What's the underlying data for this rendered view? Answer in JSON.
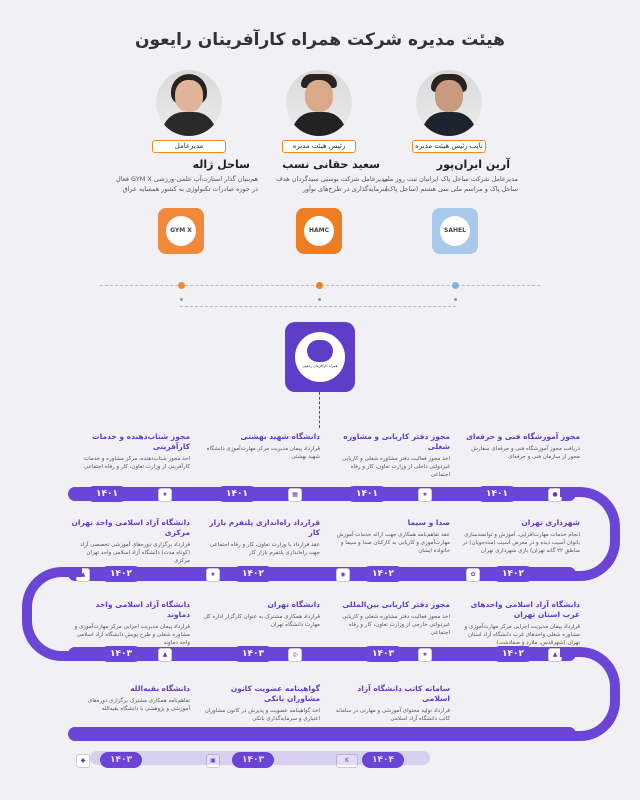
{
  "title": "هیئت مدیره شرکت همراه کارآفرینان رایعون",
  "people": [
    {
      "role": "مدیرعامل",
      "name": "ساحل ژاله",
      "desc": "هم‌بنیان گذار استارت‌آپ علمی-ورزشی GYM X فعال در حوزه صادرات تکنولوژی به کشور همسایه عراق",
      "tile_color": "#f08a3a",
      "tile_label": "GYM X"
    },
    {
      "role": "رئیس هیئت مدیره",
      "name": "سعید حقانی نسب",
      "desc": "مدیرعامل شرکت بوسیی سیدگردان هدف سرمایه‌گذاری در طرح‌های نوآور",
      "tile_color": "#ef7d22",
      "tile_label": "HAMC"
    },
    {
      "role": "نایب رئیس هیئت مدیره",
      "name": "آرین ایران‌پور",
      "desc": "مدیرعامل شرکت ساحل پاک ایرانیان ثبت روز ملی ساحل پاک و مراسم ملی سی هشتم (ساحل پاک)",
      "tile_color": "#a9c9ec",
      "tile_label": "SAHEL"
    }
  ],
  "center_label": "همراه کارآفرینان رایعون",
  "rows": [
    [
      {
        "year": "۱۴۰۱",
        "title": "مجوز شتاب‌دهنده و خدمات کارآفرینی",
        "desc": "اخذ مجوز شتاب‌دهنده، مرکز مشاوره و خدمات کارآفرینی از وزارت تعاون، کار و رفاه اجتماعی"
      },
      {
        "year": "۱۴۰۱",
        "title": "دانشگاه شهید بهشتی",
        "desc": "قرارداد پیمان مدیریت مرکز مهارت‌آموزی دانشگاه شهید بهشتی"
      },
      {
        "year": "۱۴۰۱",
        "title": "مجوز دفتر کاریابی و مشاوره شغلی",
        "desc": "اخذ مجوز فعالیت دفتر مشاوره شغلی و کاریابی غیردولتی داخلی از وزارت تعاون، کار و رفاه اجتماعی"
      },
      {
        "year": "۱۴۰۱",
        "title": "مجوز آموزشگاه فنی و حرفه‌ای",
        "desc": "دریافت مجوز آموزشگاه فنی و حرفه‌ای سفارش محور از سازمان فنی و حرفه‌ای"
      }
    ],
    [
      {
        "year": "۱۴۰۲",
        "title": "دانشگاه آزاد اسلامی واحد تهران مرکزی",
        "desc": "قرارداد برگزاری دوره‌های آموزشی تخصصی آزاد (کوتاه مدت) دانشگاه آزاد اسلامی واحد تهران مرکزی"
      },
      {
        "year": "۱۴۰۲",
        "title": "قرارداد راه‌اندازی پلتفرم بازار کار",
        "desc": "عقد قرارداد با وزارت تعاون، کار و رفاه اجتماعی جهت راه‌اندازی پلتفرم بازار کار"
      },
      {
        "year": "۱۴۰۲",
        "title": "صدا و سیما",
        "desc": "عقد تفاهم‌نامه همکاری جهت ارائه خدمات آموزش مهارت‌آموزی و کاریابی به کارکنان صدا و سیما و خانواده ایشان"
      },
      {
        "year": "۱۴۰۲",
        "title": "شهرداری تهران",
        "desc": "انجام خدمات مهارت‌افزایی، آموزش و توانمندسازی بانوان آسیب دیده و در معرض آسیب (مددجویان) در مناطق ۲۲ گانه تهران) بازی شهرداری تهران"
      }
    ],
    [
      {
        "year": "۱۴۰۳",
        "title": "دانشگاه آزاد اسلامی واحد دماوند",
        "desc": "قرارداد پیمان مدیریت اجرایی مرکز مهارت‌آموزی و مشاوره شغلی و طرح پویش دانشگاه آزاد اسلامی واحد دماوند"
      },
      {
        "year": "۱۴۰۳",
        "title": "دانشگاه تهران",
        "desc": "قرارداد همکاری مشترک به عنوان کارگزار اداره کل مهارت دانشگاه تهران"
      },
      {
        "year": "۱۴۰۳",
        "title": "مجوز دفتر کاریابی بین‌المللی",
        "desc": "اخذ مجوز فعالیت دفتر مشاوره شغلی و کاریابی غیردولتی خارجی از وزارت تعاون، کار و رفاه اجتماعی"
      },
      {
        "year": "۱۴۰۲",
        "title": "دانشگاه آزاد اسلامی واحدهای غرب استان تهران",
        "desc": "قرارداد پیمان مدیریت اجرایی مرکز مهارت‌آموزی و مشاوره شغلی واحدهای غرب دانشگاه آزاد استان تهران (شهرقدس، ملارد و صفادشت)"
      }
    ],
    [
      {
        "year": "۱۴۰۳",
        "title": "دانشگاه بقیه‌الله",
        "desc": "تفاهم‌نامه همکاری مشترک برگزاری دوره‌های آموزشی و پژوهشی با دانشگاه بقیه‌الله"
      },
      {
        "year": "۱۴۰۳",
        "title": "گواهینامه عضویت کانون مشاوران بانکی",
        "desc": "اخذ گواهینامه عضویت و پذیرش در کانون مشاوران اعتباری و سرمایه‌گذاری بانکی"
      },
      {
        "year": "۱۴۰۴",
        "title": "سامانه کاتب دانشگاه آزاد اسلامی",
        "desc": "قرارداد تولید محتوای آموزشی و مهارتی در سامانه کاتب دانشگاه آزاد اسلامی"
      }
    ]
  ],
  "colors": {
    "accent": "#6b45d6",
    "orange": "#f28a1f"
  }
}
